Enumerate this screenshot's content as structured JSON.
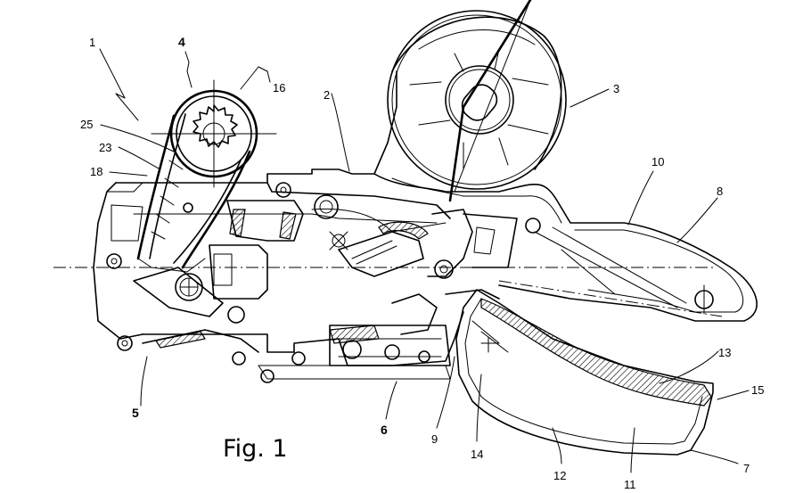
{
  "figure": {
    "caption": "Fig. 1"
  },
  "labels": [
    {
      "id": "1",
      "text": "1"
    },
    {
      "id": "4",
      "text": "4"
    },
    {
      "id": "16",
      "text": "16"
    },
    {
      "id": "2",
      "text": "2"
    },
    {
      "id": "3",
      "text": "3"
    },
    {
      "id": "25",
      "text": "25"
    },
    {
      "id": "23",
      "text": "23"
    },
    {
      "id": "18",
      "text": "18"
    },
    {
      "id": "10",
      "text": "10"
    },
    {
      "id": "8",
      "text": "8"
    },
    {
      "id": "13",
      "text": "13"
    },
    {
      "id": "15",
      "text": "15"
    },
    {
      "id": "5",
      "text": "5"
    },
    {
      "id": "6",
      "text": "6"
    },
    {
      "id": "9",
      "text": "9"
    },
    {
      "id": "14",
      "text": "14"
    },
    {
      "id": "12",
      "text": "12"
    },
    {
      "id": "11",
      "text": "11"
    },
    {
      "id": "7",
      "text": "7"
    }
  ]
}
